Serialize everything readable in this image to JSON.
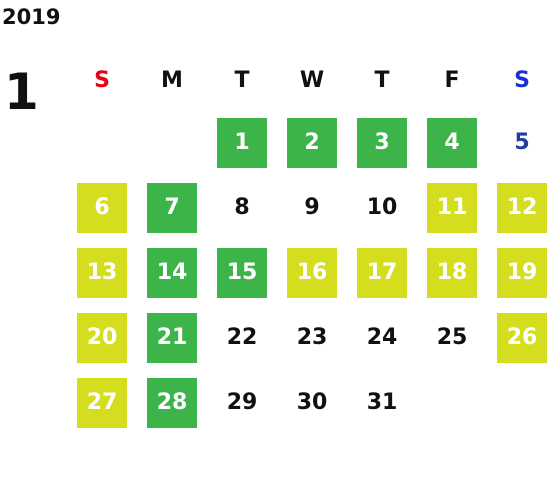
{
  "year": "2019",
  "month": "1",
  "weekdays": [
    {
      "label": "S",
      "color": "#e60012"
    },
    {
      "label": "M",
      "color": "#111111"
    },
    {
      "label": "T",
      "color": "#111111"
    },
    {
      "label": "W",
      "color": "#111111"
    },
    {
      "label": "T",
      "color": "#111111"
    },
    {
      "label": "F",
      "color": "#111111"
    },
    {
      "label": "S",
      "color": "#1a2fd6"
    }
  ],
  "colors": {
    "green_highlight": "#3cb44a",
    "yellow_highlight": "#d4dd1e",
    "saturday_text": "#1f3ea0"
  },
  "days": [
    {
      "day": "1",
      "col": 2,
      "row": 0,
      "style": "green"
    },
    {
      "day": "2",
      "col": 3,
      "row": 0,
      "style": "green"
    },
    {
      "day": "3",
      "col": 4,
      "row": 0,
      "style": "green"
    },
    {
      "day": "4",
      "col": 5,
      "row": 0,
      "style": "green"
    },
    {
      "day": "5",
      "col": 6,
      "row": 0,
      "style": "blue-text"
    },
    {
      "day": "6",
      "col": 0,
      "row": 1,
      "style": "yellow"
    },
    {
      "day": "7",
      "col": 1,
      "row": 1,
      "style": "green"
    },
    {
      "day": "8",
      "col": 2,
      "row": 1,
      "style": "plain"
    },
    {
      "day": "9",
      "col": 3,
      "row": 1,
      "style": "plain"
    },
    {
      "day": "10",
      "col": 4,
      "row": 1,
      "style": "plain"
    },
    {
      "day": "11",
      "col": 5,
      "row": 1,
      "style": "yellow"
    },
    {
      "day": "12",
      "col": 6,
      "row": 1,
      "style": "yellow"
    },
    {
      "day": "13",
      "col": 0,
      "row": 2,
      "style": "yellow"
    },
    {
      "day": "14",
      "col": 1,
      "row": 2,
      "style": "green"
    },
    {
      "day": "15",
      "col": 2,
      "row": 2,
      "style": "green"
    },
    {
      "day": "16",
      "col": 3,
      "row": 2,
      "style": "yellow"
    },
    {
      "day": "17",
      "col": 4,
      "row": 2,
      "style": "yellow"
    },
    {
      "day": "18",
      "col": 5,
      "row": 2,
      "style": "yellow"
    },
    {
      "day": "19",
      "col": 6,
      "row": 2,
      "style": "yellow"
    },
    {
      "day": "20",
      "col": 0,
      "row": 3,
      "style": "yellow"
    },
    {
      "day": "21",
      "col": 1,
      "row": 3,
      "style": "green"
    },
    {
      "day": "22",
      "col": 2,
      "row": 3,
      "style": "plain"
    },
    {
      "day": "23",
      "col": 3,
      "row": 3,
      "style": "plain"
    },
    {
      "day": "24",
      "col": 4,
      "row": 3,
      "style": "plain"
    },
    {
      "day": "25",
      "col": 5,
      "row": 3,
      "style": "plain"
    },
    {
      "day": "26",
      "col": 6,
      "row": 3,
      "style": "yellow"
    },
    {
      "day": "27",
      "col": 0,
      "row": 4,
      "style": "yellow"
    },
    {
      "day": "28",
      "col": 1,
      "row": 4,
      "style": "green"
    },
    {
      "day": "29",
      "col": 2,
      "row": 4,
      "style": "plain"
    },
    {
      "day": "30",
      "col": 3,
      "row": 4,
      "style": "plain"
    },
    {
      "day": "31",
      "col": 4,
      "row": 4,
      "style": "plain"
    }
  ]
}
